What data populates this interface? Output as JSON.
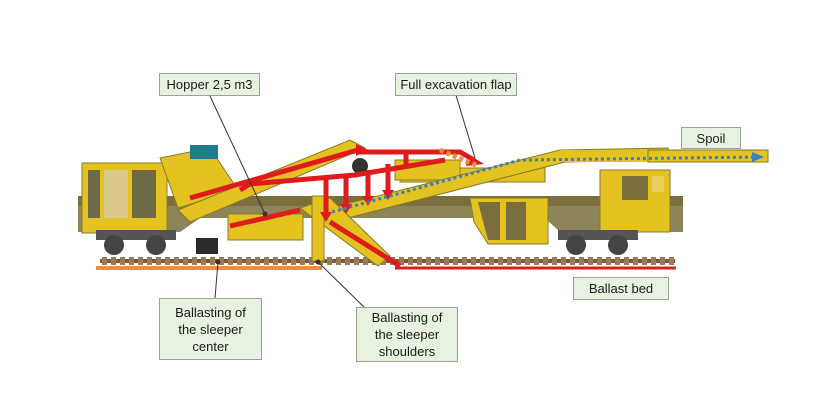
{
  "labels": {
    "hopper": "Hopper 2,5 m3",
    "flap": "Full excavation flap",
    "spoil": "Spoil",
    "ballast_bed": "Ballast bed",
    "center": "Ballasting of\nthe sleeper\ncenter",
    "shoulders": "Ballasting of\nthe sleeper\nshoulders"
  },
  "colors": {
    "machine_body": "#e4c21f",
    "machine_dark": "#7a6e3c",
    "ballast_flow": "#e01b1b",
    "spoil_flow": "#3a7fc1",
    "shoulder_chute": "#f08a3c",
    "track": "#7a5a3a",
    "callout_fill": "#e8f2e1"
  }
}
